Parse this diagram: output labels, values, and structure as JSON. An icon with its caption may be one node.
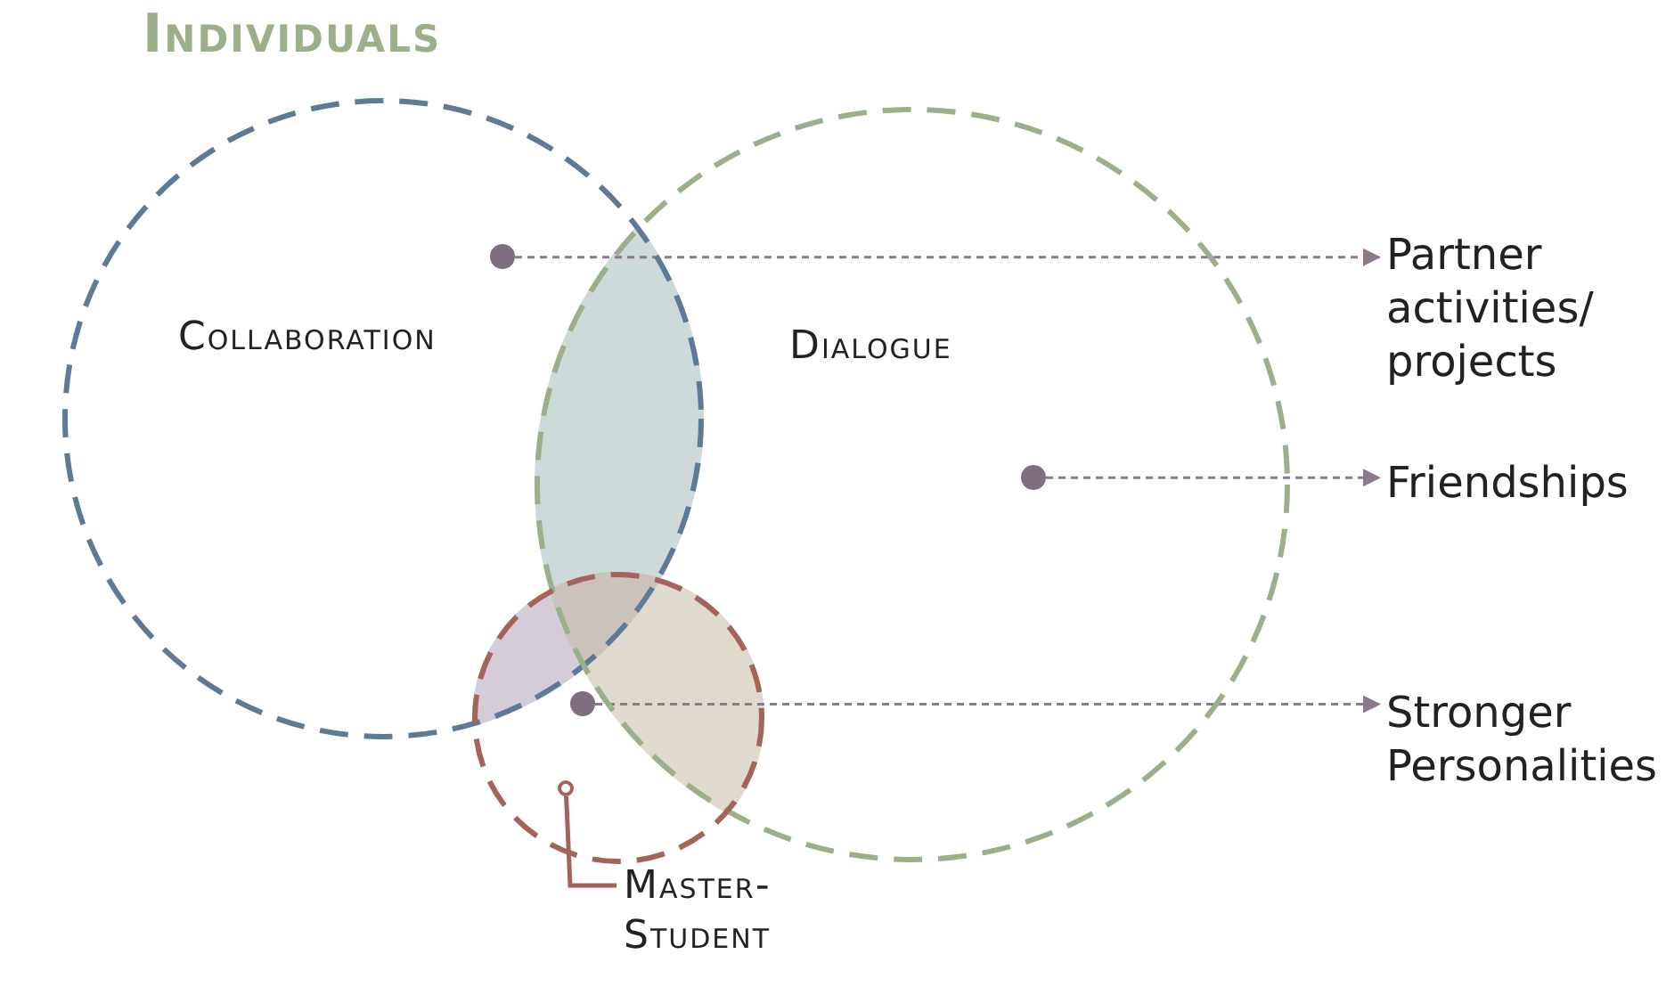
{
  "diagram": {
    "title": "Individuals",
    "nodes": [
      {
        "text": [
          "Collaboration"
        ]
      },
      {
        "text": [
          "Dialogue"
        ]
      },
      {
        "text": [],
        "shape": "circle"
      },
      {
        "text": [],
        "shape": "circle",
        "in": 2
      },
      {
        "text": [
          "Master- Student"
        ]
      },
      {
        "text": [],
        "shape": "circle",
        "in": 0
      },
      {
        "text": [],
        "shape": "circle",
        "in": 1
      },
      {
        "text": [],
        "shape": "circle",
        "in": 2
      },
      {
        "text": [
          "Partner activities/ projects"
        ]
      },
      {
        "text": [
          "Friendships"
        ]
      },
      {
        "text": [
          "Stronger Personalities"
        ]
      }
    ],
    "edges": [
      {
        "from": 5,
        "to": 8,
        "arrow": "to",
        "style": "dashed"
      },
      {
        "from": 6,
        "to": 9,
        "arrow": "to",
        "style": "dashed"
      },
      {
        "from": 7,
        "to": 10,
        "arrow": "to",
        "style": "dashed"
      },
      {
        "from": 4,
        "to": 3,
        "arrow": "none",
        "color": "#a5645a"
      }
    ]
  }
}
